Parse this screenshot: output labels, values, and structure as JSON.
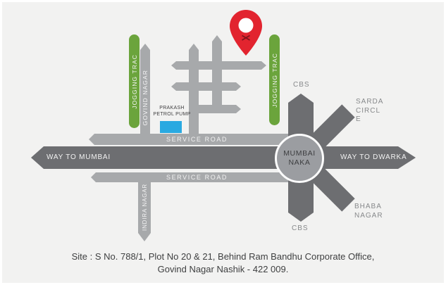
{
  "map": {
    "tracks": {
      "left": "JOGGING TRAC",
      "right": "JOGGING TRAC"
    },
    "streets": {
      "govind": "GOVIND NAGAR",
      "indira": "INDIRA NAGAR"
    },
    "service_roads": {
      "top": "SERVICE ROAD",
      "bottom": "SERVICE ROAD"
    },
    "highways": {
      "west": "WAY TO MUMBAI",
      "east": "WAY TO DWARKA"
    },
    "junction": {
      "line1": "MUMBAI",
      "line2": "NAKA"
    },
    "places": {
      "cbs_top": "CBS",
      "cbs_bottom": "CBS",
      "sarda": [
        "SARDA",
        "CIRCL",
        "E"
      ],
      "bhaba": [
        "BHABA",
        "NAGAR"
      ]
    },
    "petrol_pump": {
      "line1": "PRAKASH",
      "line2": "PETROL PUMP"
    },
    "icons": {
      "pin": "location-pin",
      "petrol_pump": "petrol-pump-square"
    },
    "colors": {
      "background": "#f2f2f1",
      "road_dark": "#6d6e71",
      "road_light": "#a7a9ab",
      "track_green": "#6ba43c",
      "pump_blue": "#29a9e1",
      "pin_red": "#e2242f",
      "circle_fill": "#9b9da1",
      "label_gray": "#87898b",
      "text_dark": "#3f4041"
    },
    "caption": {
      "line1": "Site : S No. 788/1, Plot No 20 & 21, Behind Ram Bandhu Corporate Office,",
      "line2": "Govind Nagar Nashik - 422 009."
    }
  }
}
